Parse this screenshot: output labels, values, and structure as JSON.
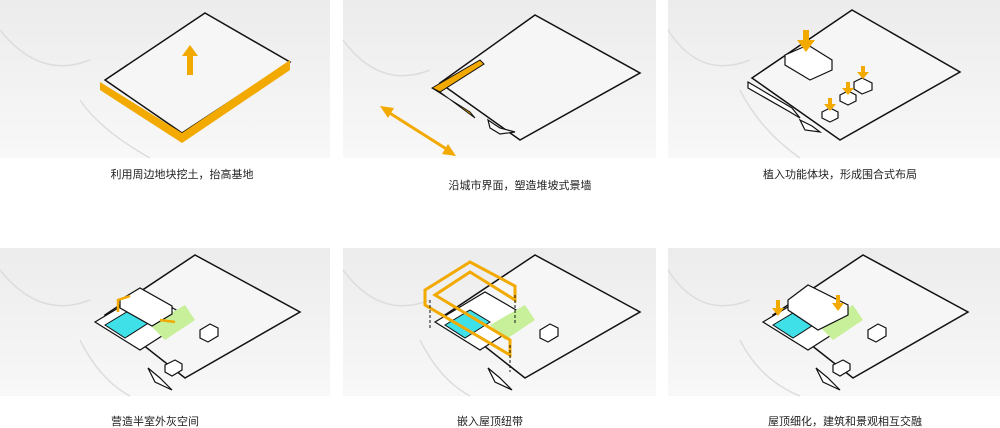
{
  "steps": [
    {
      "caption": "利用周边地块挖土，抬高基地"
    },
    {
      "caption": "沿城市界面，塑造堆坡式景墙"
    },
    {
      "caption": "植入功能体块，形成围合式布局"
    },
    {
      "caption": "营造半室外灰空间"
    },
    {
      "caption": "嵌入屋顶纽带"
    },
    {
      "caption": "屋顶细化，建筑和景观相互交融"
    }
  ],
  "colors": {
    "accent": "#f2a900",
    "water": "#40e0e8",
    "green": "#c8ef9a",
    "panel_bg": "#efefef"
  }
}
